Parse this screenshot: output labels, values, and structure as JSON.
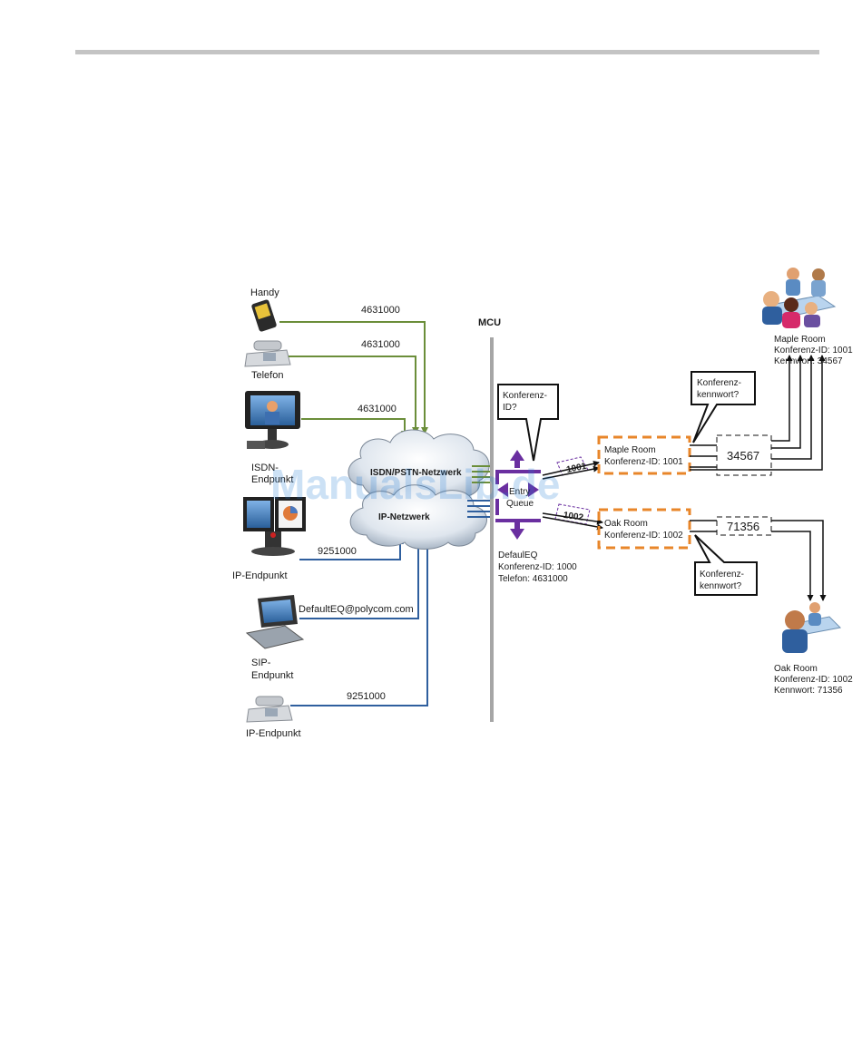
{
  "diagram": {
    "mcu_label": "MCU",
    "devices": {
      "handy": "Handy",
      "telefon": "Telefon",
      "isdn_endpoint": [
        "ISDN-",
        "Endpunkt"
      ],
      "ip_endpoint_1": "IP-Endpunkt",
      "sip_endpoint": [
        "SIP-",
        "Endpunkt"
      ],
      "ip_endpoint_2": "IP-Endpunkt"
    },
    "dial_numbers": {
      "handy": "4631000",
      "telefon": "4631000",
      "isdn": "4631000",
      "ip_1": "9251000",
      "sip": "DefaultEQ@polycom.com",
      "ip_2": "9251000"
    },
    "networks": {
      "isdn": "ISDN/PSTN-Netzwerk",
      "ip": "IP-Netzwerk"
    },
    "entry_queue": {
      "label": [
        "Entry",
        "Queue"
      ],
      "question": [
        "Konferenz-",
        "ID?"
      ],
      "info": [
        "DefaulEQ",
        "Konferenz-ID: 1000",
        "Telefon: 4631000"
      ]
    },
    "conferences": [
      {
        "id_tag": "1001",
        "box": [
          "Maple Room",
          "Konferenz-ID: 1001"
        ],
        "password_box": "34567",
        "password_question": [
          "Konferenz-",
          "kennwort?"
        ],
        "room_info": [
          "Maple Room",
          "Konferenz-ID: 1001",
          "Kennwort: 34567"
        ]
      },
      {
        "id_tag": "1002",
        "box": [
          "Oak Room",
          "Konferenz-ID: 1002"
        ],
        "password_box": "71356",
        "password_question": [
          "Konferenz-",
          "kennwort?"
        ],
        "room_info": [
          "Oak Room",
          "Konferenz-ID: 1002",
          "Kennwort: 71356"
        ]
      }
    ],
    "watermark": "ManualsLib.de",
    "colors": {
      "isdn_line": "#6b8e3a",
      "ip_line": "#2f5f9e",
      "mcu_bar": "#a6a6a6",
      "entry_queue_arrow": "#6a2fa0",
      "conference_box": "#e8862a"
    }
  }
}
